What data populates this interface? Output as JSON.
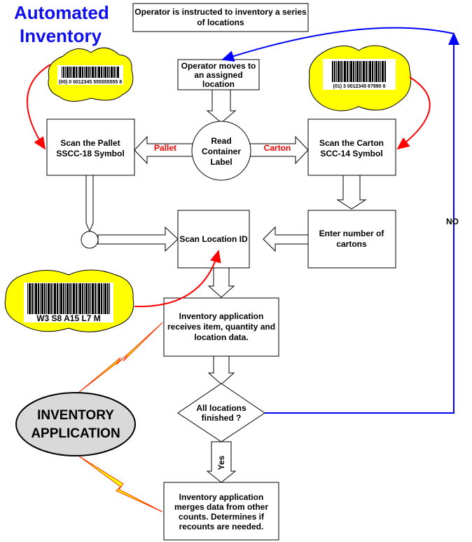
{
  "title": {
    "line1": "Automated",
    "line2": "Inventory"
  },
  "colors": {
    "title": "#1010ee",
    "flow_no": "#0000ff",
    "red": "#ff0000",
    "cloud": "#ffff00",
    "ellipse": "#d9d9d9"
  },
  "boxes": {
    "instructed": [
      "Operator is instructed to inventory a series",
      "of locations"
    ],
    "moves": [
      "Operator moves to",
      "an assigned",
      "location"
    ],
    "read": [
      "Read",
      "Container",
      "Label"
    ],
    "pallet": [
      "Scan the Pallet",
      "SSCC-18 Symbol"
    ],
    "carton": [
      "Scan the Carton",
      "SCC-14 Symbol"
    ],
    "location": "Scan Location ID",
    "enter": [
      "Enter number of",
      "cartons"
    ],
    "receives": [
      "Inventory application",
      "receives item, quantity and",
      "location data."
    ],
    "decision": [
      "All locations",
      "finished ?"
    ],
    "merges": [
      "Inventory application",
      "merges data from other",
      "counts.  Determines if",
      "recounts are needed."
    ]
  },
  "labels": {
    "pallet": "Pallet",
    "carton": "Carton",
    "no": "NO",
    "yes": "Yes"
  },
  "barcodes": {
    "pallet": "(00) 0 0012345 555555555 8",
    "carton": "(01) 3 0012345 67890 8",
    "location": "W3 S8 A15 L7 M"
  },
  "app": {
    "line1": "INVENTORY",
    "line2": "APPLICATION"
  }
}
